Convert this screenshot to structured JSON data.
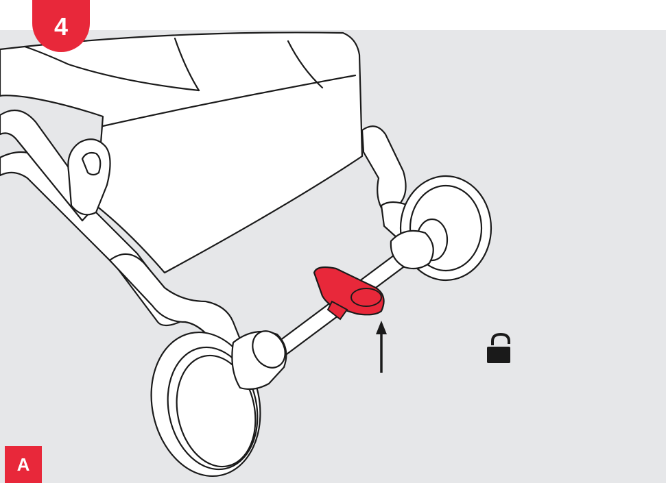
{
  "figure": {
    "step_number": "4",
    "variant_label": "A",
    "arrow_direction": "up",
    "lock_state_icon": "unlocked-padlock-icon",
    "highlighted_part": "brake-pedal"
  },
  "colors": {
    "accent": "#e8283a",
    "panel_background": "#e6e7e9",
    "line": "#1a1a1a",
    "fill": "#ffffff"
  }
}
